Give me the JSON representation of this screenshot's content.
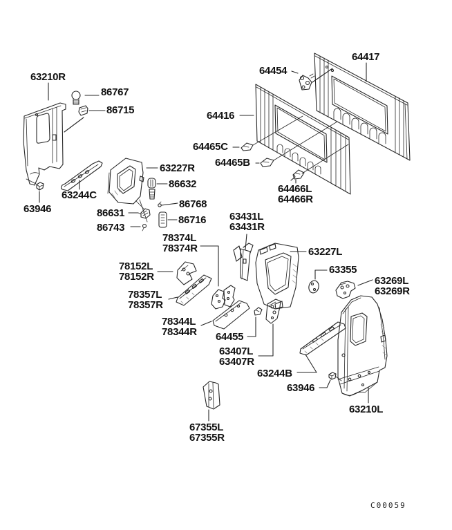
{
  "palette": {
    "background": "#ffffff",
    "line": "#262626",
    "text": "#111111"
  },
  "drawing_code": "C00059",
  "labels": [
    {
      "text": "63210R"
    },
    {
      "text": "86767"
    },
    {
      "text": "86715"
    },
    {
      "text": "64454"
    },
    {
      "text": "64417"
    },
    {
      "text": "64416"
    },
    {
      "text": "64465C"
    },
    {
      "text": "64465B"
    },
    {
      "text": "63227R"
    },
    {
      "text": "86632"
    },
    {
      "text": "64466L"
    },
    {
      "text": "64466R"
    },
    {
      "text": "63244C"
    },
    {
      "text": "86768"
    },
    {
      "text": "63946"
    },
    {
      "text": "86631"
    },
    {
      "text": "86716"
    },
    {
      "text": "63431L"
    },
    {
      "text": "63431R"
    },
    {
      "text": "86743"
    },
    {
      "text": "78374L"
    },
    {
      "text": "78374R"
    },
    {
      "text": "63227L"
    },
    {
      "text": "78152L"
    },
    {
      "text": "78152R"
    },
    {
      "text": "63355"
    },
    {
      "text": "63269L"
    },
    {
      "text": "63269R"
    },
    {
      "text": "78357L"
    },
    {
      "text": "78357R"
    },
    {
      "text": "78344L"
    },
    {
      "text": "78344R"
    },
    {
      "text": "64455"
    },
    {
      "text": "63407L"
    },
    {
      "text": "63407R"
    },
    {
      "text": "63244B"
    },
    {
      "text": "63946"
    },
    {
      "text": "63210L"
    },
    {
      "text": "67355L"
    },
    {
      "text": "67355R"
    }
  ]
}
